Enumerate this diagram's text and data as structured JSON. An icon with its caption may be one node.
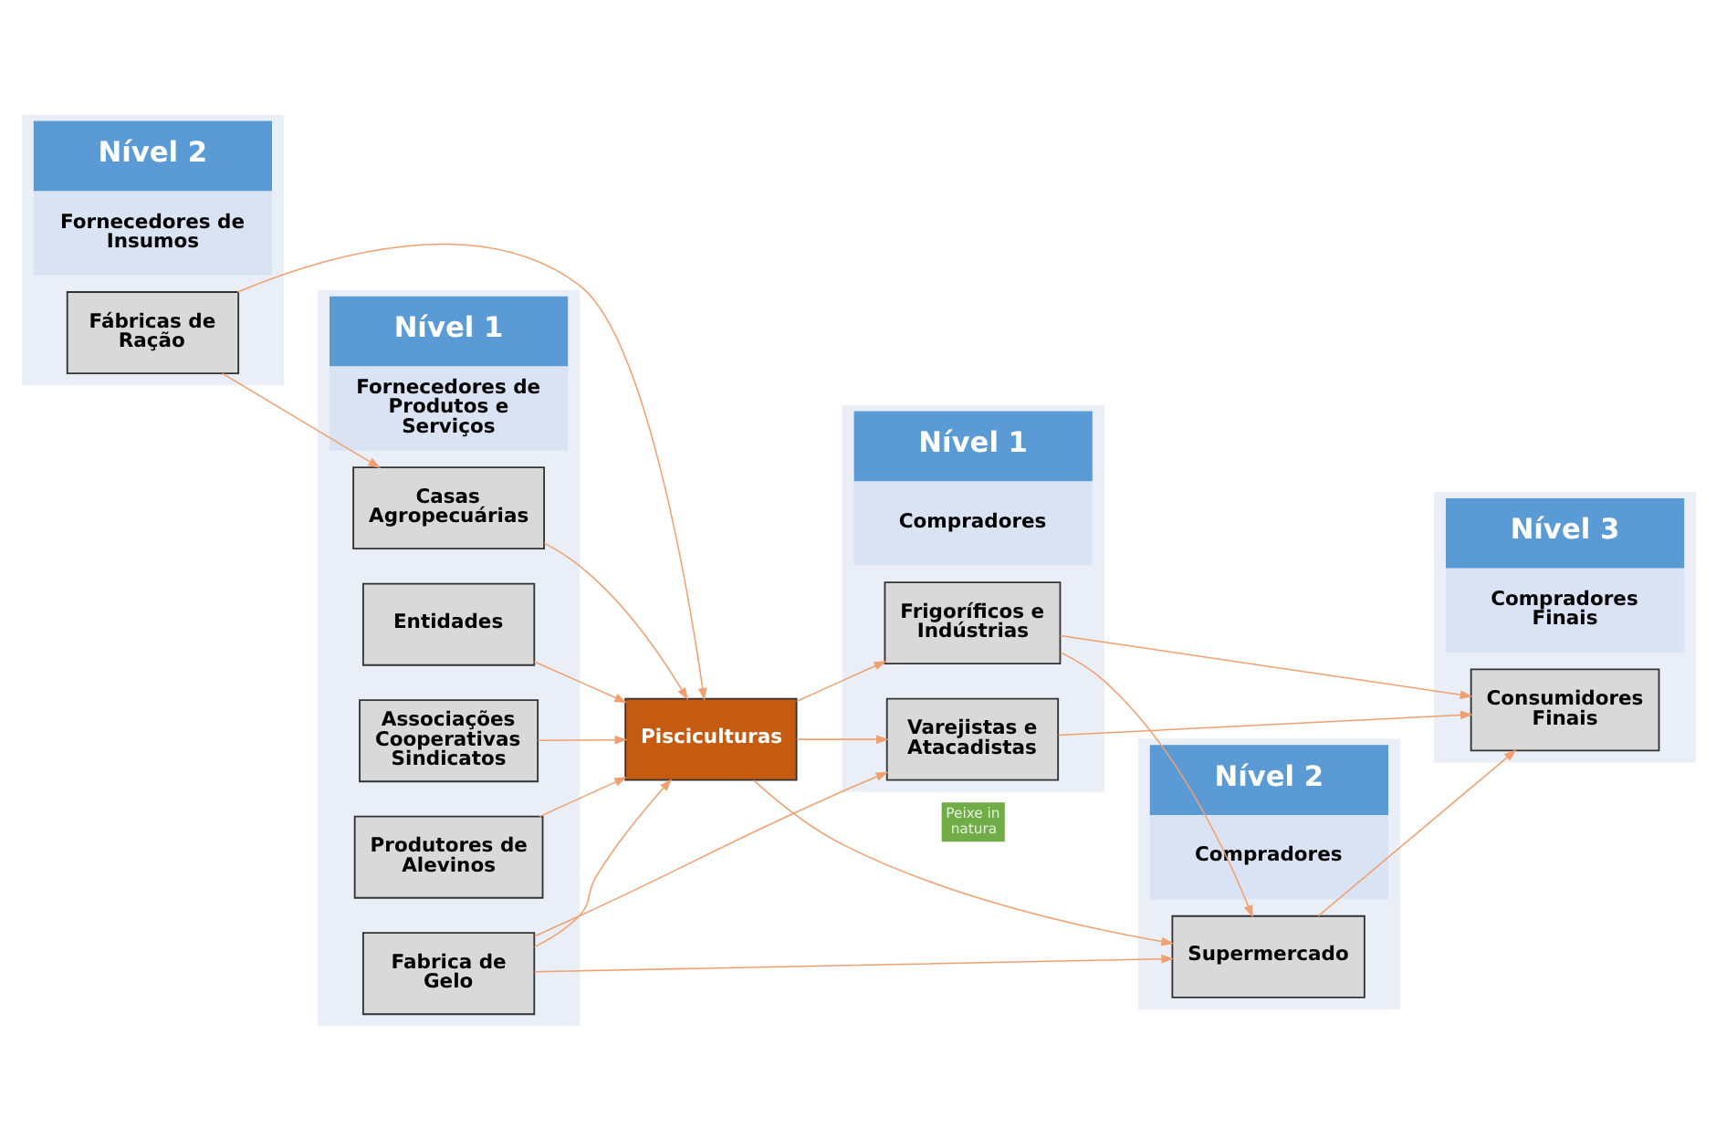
{
  "diagram": {
    "nodes": [
      {
        "text": [
          "Nível 2",
          "Fornecedores de Insumos"
        ]
      },
      {
        "text": [
          "Nível 1",
          "Fornecedores de Produtos e Serviços"
        ]
      },
      {
        "text": [
          "Nível 1",
          "Compradores"
        ]
      },
      {
        "text": [
          "Nível 2",
          "Compradores"
        ]
      },
      {
        "text": [
          "Nível 3",
          "Compradores Finais"
        ]
      },
      {
        "text": [
          "Fabrica de Gelo"
        ],
        "in": 1
      },
      {
        "text": [
          "Entidades"
        ],
        "in": 1
      },
      {
        "text": [
          "Associações Cooperativas Sindicatos"
        ],
        "in": 1
      },
      {
        "text": [
          "Produtores de Alevinos"
        ],
        "in": 1
      },
      {
        "text": [
          "Pisciculturas"
        ]
      },
      {
        "text": [
          "Varejistas e Atacadistas"
        ],
        "in": 2
      },
      {
        "text": [
          "Supermercado"
        ],
        "in": 3
      },
      {
        "text": [
          "Consumidores Finais"
        ],
        "in": 4
      },
      {
        "text": [
          "Fábricas de Ração"
        ],
        "in": 0
      },
      {
        "text": [
          "Casas Agropecuárias"
        ],
        "in": 1
      },
      {
        "text": [
          "Frigoríficos e Indústrias"
        ],
        "in": 2
      }
    ],
    "edges": [
      {
        "from": 5,
        "to": 9,
        "arrow": "to"
      },
      {
        "from": 5,
        "to": 10,
        "arrow": "to"
      },
      {
        "from": 5,
        "to": 11,
        "arrow": "to"
      },
      {
        "from": 6,
        "to": 9,
        "arrow": "to"
      },
      {
        "from": 7,
        "to": 9,
        "arrow": "to"
      },
      {
        "from": 8,
        "to": 9,
        "arrow": "to"
      },
      {
        "from": 14,
        "to": 9,
        "arrow": "to"
      },
      {
        "from": 13,
        "to": 14,
        "arrow": "to"
      },
      {
        "from": 13,
        "to": 9,
        "arrow": "to"
      },
      {
        "from": 9,
        "to": 11,
        "arrow": "to",
        "label": "Peixe in natura"
      },
      {
        "from": 9,
        "to": 10,
        "arrow": "to"
      },
      {
        "from": 9,
        "to": 15,
        "arrow": "to"
      },
      {
        "from": 10,
        "to": 12,
        "arrow": "to"
      },
      {
        "from": 11,
        "to": 12,
        "arrow": "to"
      },
      {
        "from": 15,
        "to": 11,
        "arrow": "to"
      },
      {
        "from": 15,
        "to": 12,
        "arrow": "to"
      }
    ]
  }
}
